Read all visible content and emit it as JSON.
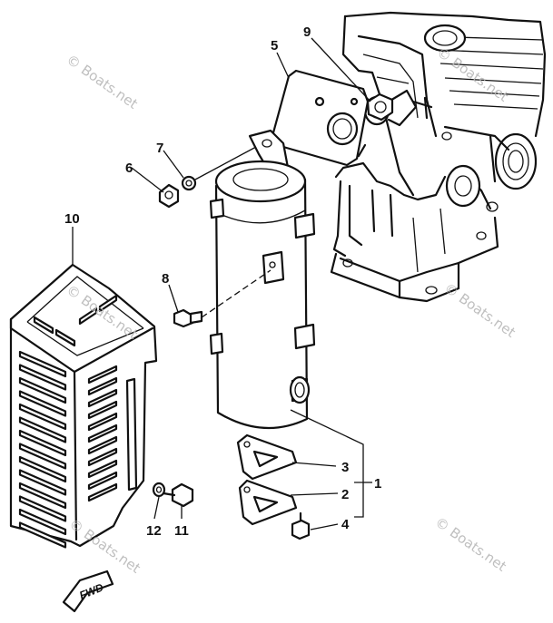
{
  "callouts": {
    "c1": "1",
    "c2": "2",
    "c3": "3",
    "c4": "4",
    "c5": "5",
    "c6": "6",
    "c7": "7",
    "c8": "8",
    "c9": "9",
    "c10": "10",
    "c11": "11",
    "c12": "12"
  },
  "fwd_label": "FWD",
  "watermark": "© Boats.net"
}
